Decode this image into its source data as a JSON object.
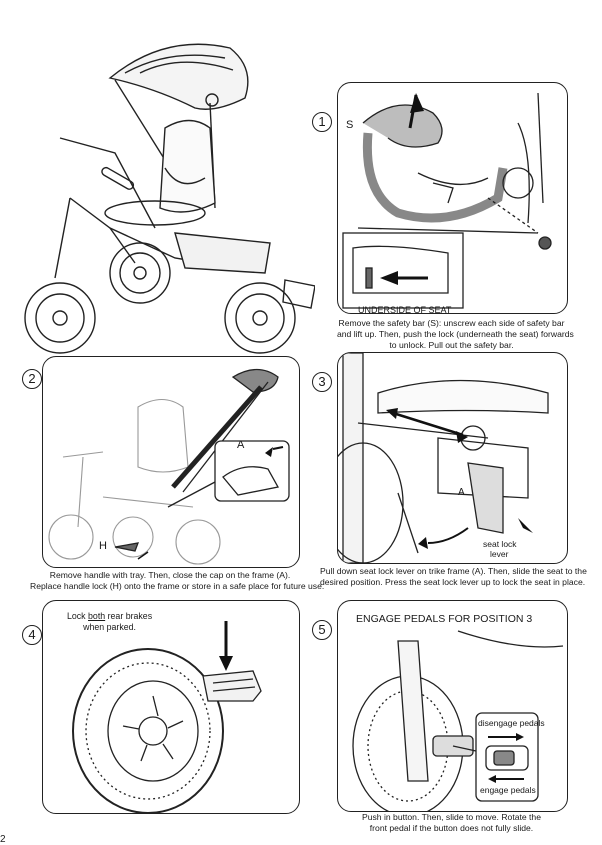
{
  "page": {
    "number": "2"
  },
  "steps": [
    {
      "number": "1",
      "labels": {
        "safety_bar": "S",
        "underside": "UNDERSIDE OF SEAT"
      },
      "caption": [
        "Remove the safety bar (S): unscrew each side of safety bar",
        "and lift up. Then, push the lock (underneath the seat) forwards",
        "to unlock. Pull out the safety bar."
      ]
    },
    {
      "number": "2",
      "labels": {
        "frame": "A",
        "handle_lock": "H"
      },
      "caption": [
        "Remove handle with tray. Then, close the cap on the frame (A).",
        "Replace handle lock (H) onto the frame or store in a safe place for future use."
      ]
    },
    {
      "number": "3",
      "labels": {
        "frame": "A",
        "seat_lock": "seat lock",
        "lever": "lever"
      },
      "caption": [
        "Pull down seat lock lever on trike frame (A). Then, slide the seat to the",
        "desired position. Press the seat lock lever up to lock the seat in place."
      ]
    },
    {
      "number": "4",
      "note": {
        "prefix": "Lock ",
        "emph": "both",
        "suffix": " rear brakes",
        "line2": "when parked."
      }
    },
    {
      "number": "5",
      "title": "ENGAGE PEDALS FOR POSITION 3",
      "labels": {
        "disengage": "disengage pedals",
        "engage": "engage pedals"
      },
      "caption": [
        "Push in button. Then, slide to move. Rotate the",
        "front pedal if the button does not fully slide."
      ]
    }
  ]
}
